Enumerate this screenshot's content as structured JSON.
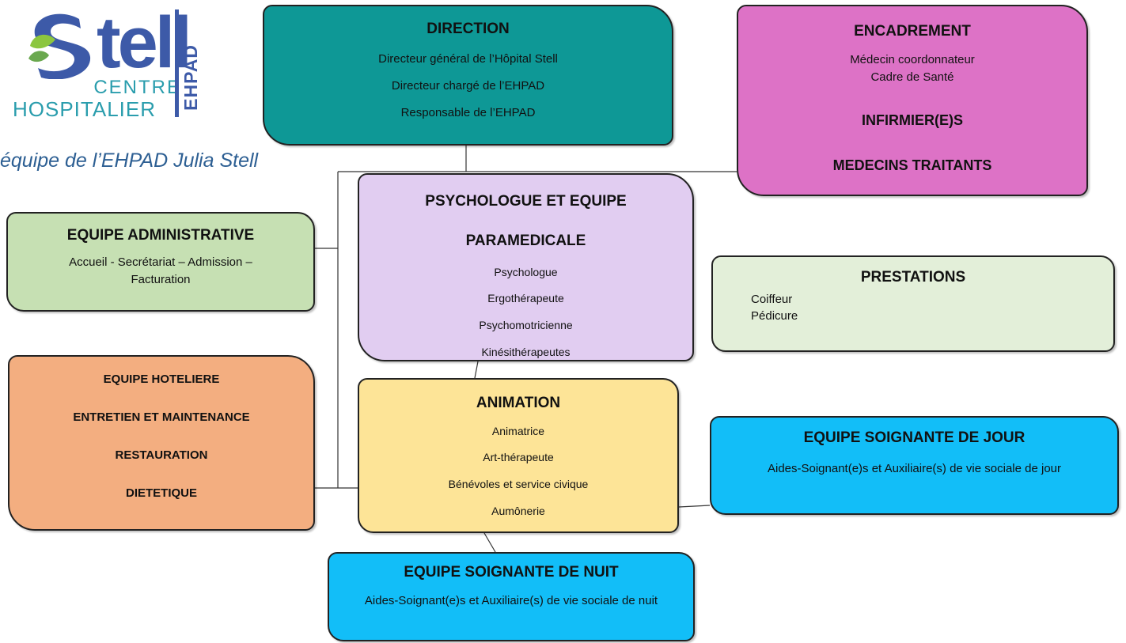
{
  "logo": {
    "wordmark": "tell",
    "centre": "CENTRE",
    "hospitalier": "HOSPITALIER",
    "ehpad": "EHPAD"
  },
  "caption": "équipe de l’EHPAD Julia Stell",
  "direction": {
    "title": "DIRECTION",
    "lines": [
      "Directeur général de l’Hôpital Stell",
      "Directeur chargé de l’EHPAD",
      "Responsable de l’EHPAD"
    ]
  },
  "encadrement": {
    "title": "ENCADREMENT",
    "lines": [
      "Médecin coordonnateur",
      "Cadre de Santé"
    ],
    "sub1": "INFIRMIER(E)S",
    "sub2": "MEDECINS TRAITANTS"
  },
  "psycho": {
    "title_line1": "PSYCHOLOGUE ET EQUIPE",
    "title_line2": "PARAMEDICALE",
    "lines": [
      "Psychologue",
      "Ergothérapeute",
      "Psychomotricienne",
      "Kinésithérapeutes"
    ]
  },
  "admin": {
    "title": "EQUIPE ADMINISTRATIVE",
    "line1": "Accueil - Secrétariat – Admission –",
    "line2": "Facturation"
  },
  "prestations": {
    "title": "PRESTATIONS",
    "lines": [
      "Coiffeur",
      "Pédicure"
    ]
  },
  "hoteliere": {
    "lines": [
      "EQUIPE HOTELIERE",
      "ENTRETIEN ET MAINTENANCE",
      "RESTAURATION",
      "DIETETIQUE"
    ]
  },
  "animation": {
    "title": "ANIMATION",
    "lines": [
      "Animatrice",
      "Art-thérapeute",
      "Bénévoles et service civique",
      "Aumônerie"
    ]
  },
  "jour": {
    "title": "EQUIPE SOIGNANTE DE JOUR",
    "line": "Aides-Soignant(e)s et Auxiliaire(s) de vie sociale de jour"
  },
  "nuit": {
    "title": "EQUIPE SOIGNANTE DE NUIT",
    "line": "Aides-Soignant(e)s et Auxiliaire(s) de vie sociale de nuit"
  },
  "colors": {
    "direction": "#0e9896",
    "encadrement": "#dd72c6",
    "psycho": "#e1cdf1",
    "admin": "#c6e0b3",
    "prestations": "#e3efd9",
    "hoteliere": "#f3ae80",
    "animation": "#fde497",
    "soignante": "#12bef8",
    "logo_blue": "#3d5aa8",
    "logo_teal": "#2a9dad",
    "logo_green": "#8cc63f"
  }
}
